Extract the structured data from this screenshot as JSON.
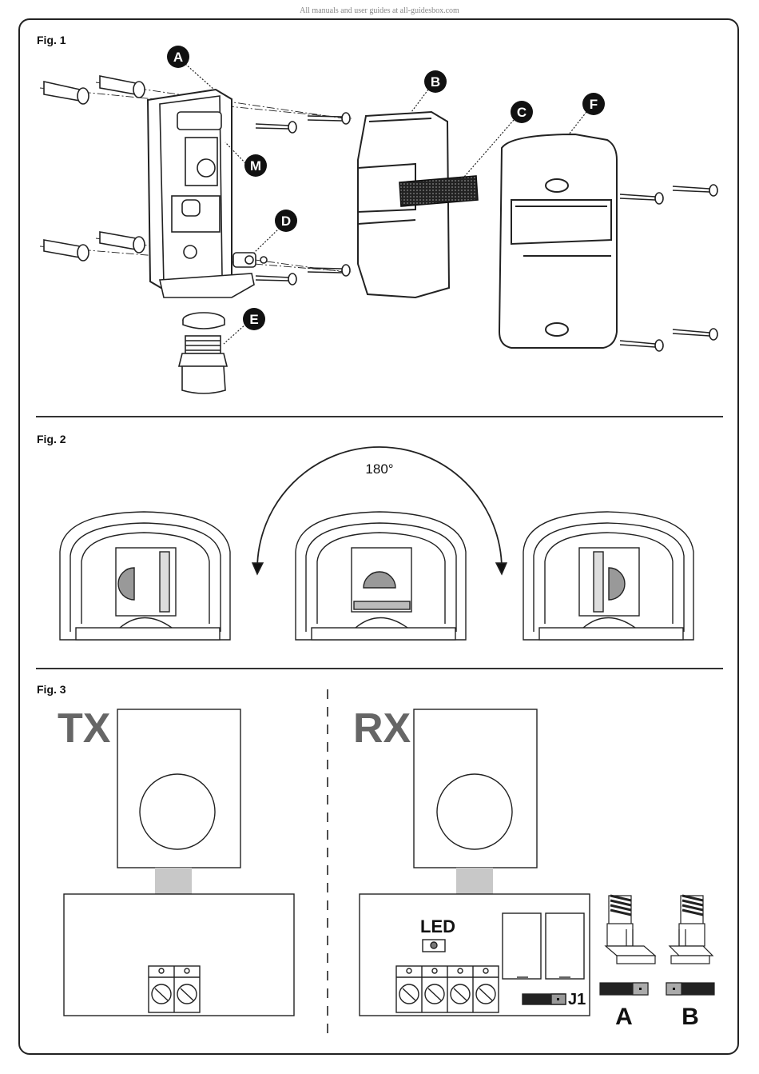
{
  "watermark": "All manuals and user guides at all-guidesbox.com",
  "fig1": {
    "title": "Fig. 1",
    "callouts": [
      "A",
      "B",
      "C",
      "F",
      "M",
      "D",
      "E"
    ]
  },
  "fig2": {
    "title": "Fig. 2",
    "rotation_label": "180°"
  },
  "fig3": {
    "title": "Fig. 3",
    "tx_label": "TX",
    "rx_label": "RX",
    "led_label": "LED",
    "jumper_label": "J1",
    "option_a": "A",
    "option_b": "B"
  }
}
